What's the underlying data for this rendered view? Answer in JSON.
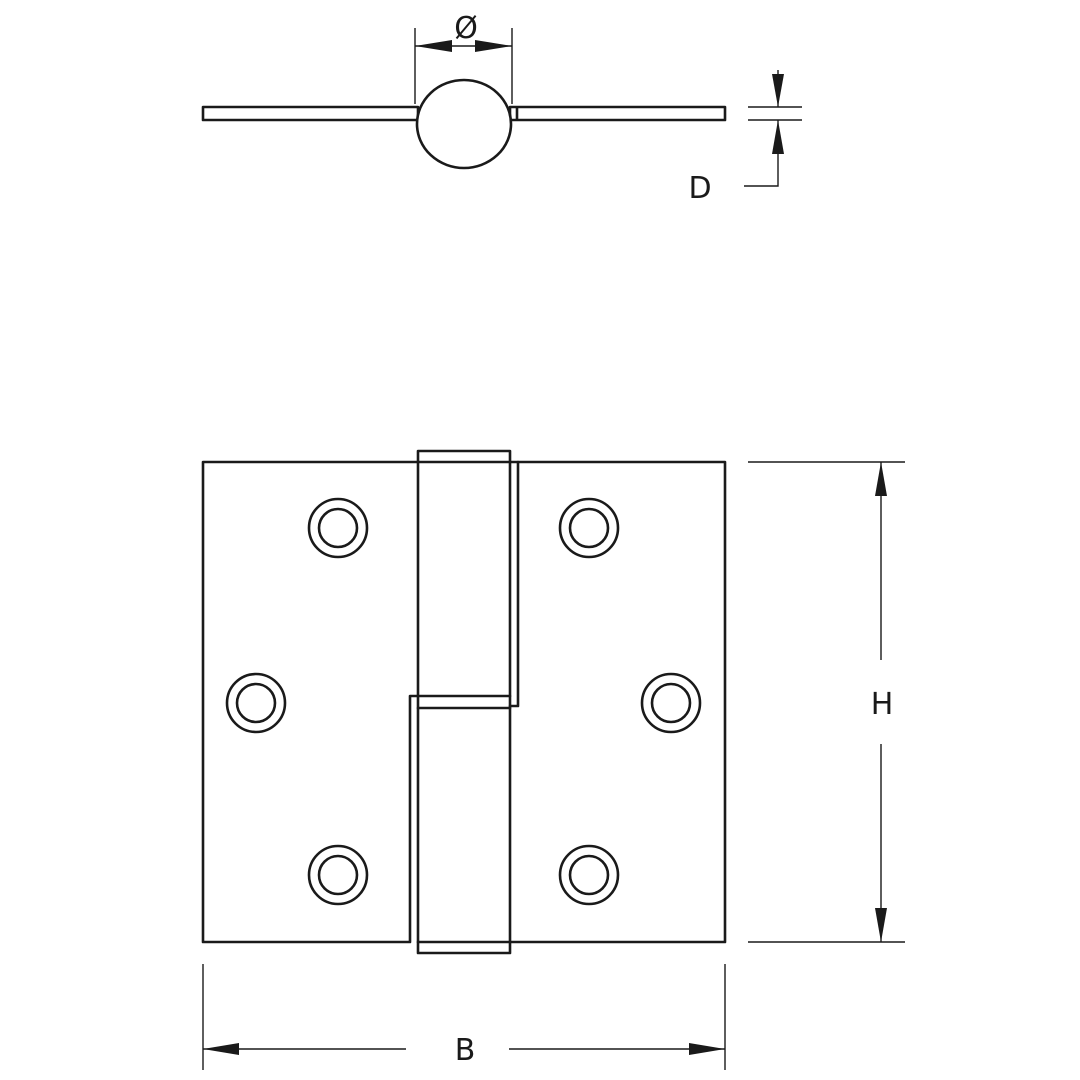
{
  "labels": {
    "diameter": "Ø",
    "thickness": "D",
    "height": "H",
    "width": "B"
  },
  "screw_holes": {
    "left_leaf": 3,
    "right_leaf": 3
  }
}
